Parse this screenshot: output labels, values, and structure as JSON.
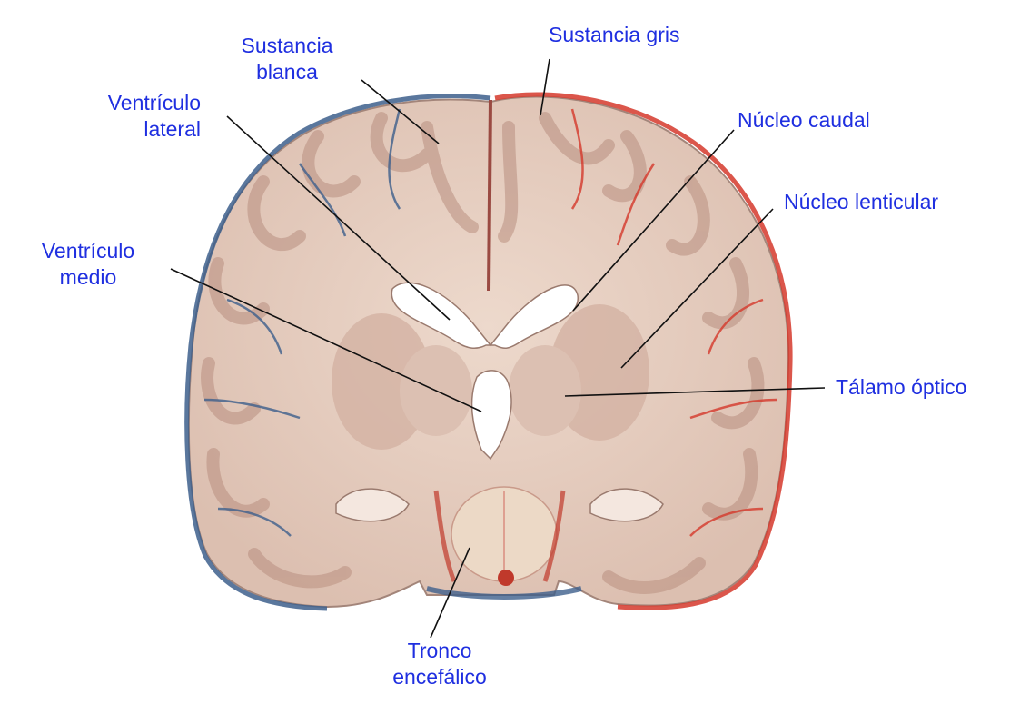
{
  "colors": {
    "label": "#1f2fe0",
    "leader": "#111111",
    "tissue_white": "#e8d2c4",
    "tissue_gray": "#cfad9e",
    "outline": "#9a7a6e",
    "veins": "#3d5f8c",
    "arteries": "#d5382b",
    "ventricle": "#ffffff"
  },
  "labels": {
    "sustancia_blanca": [
      "Sustancia",
      "blanca"
    ],
    "sustancia_gris": "Sustancia gris",
    "ventriculo_lateral": [
      "Ventrículo",
      "lateral"
    ],
    "nucleo_caudal": "Núcleo caudal",
    "nucleo_lenticular": "Núcleo lenticular",
    "ventriculo_medio": [
      "Ventrículo",
      "medio"
    ],
    "talamo_optico": "Tálamo óptico",
    "tronco_encefalico": [
      "Tronco",
      "encefálico"
    ]
  }
}
